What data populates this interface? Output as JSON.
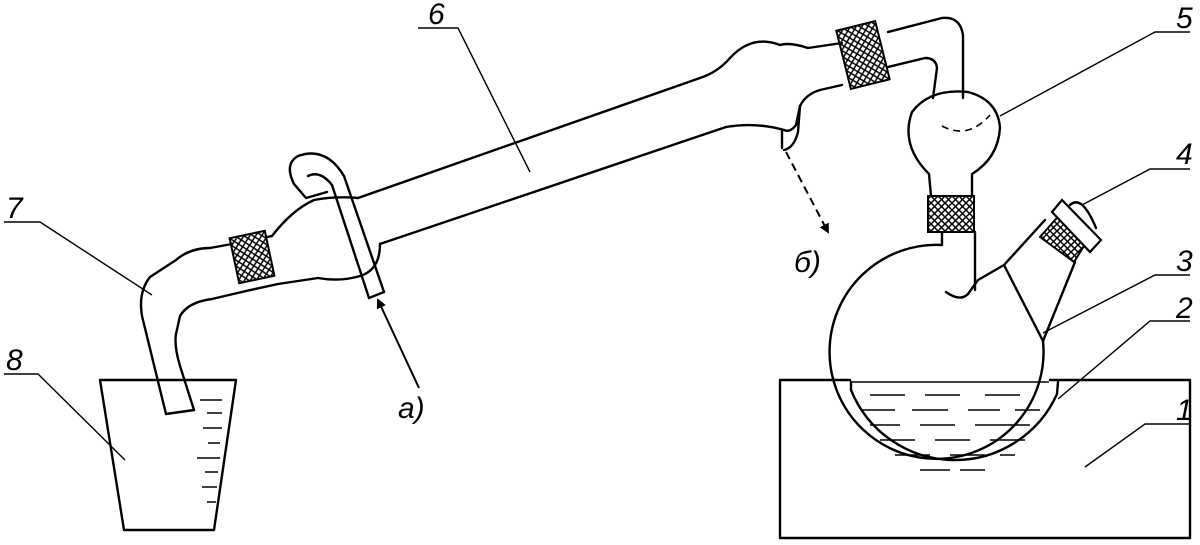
{
  "labels": {
    "l1": "1",
    "l2": "2",
    "l3": "3",
    "l4": "4",
    "l5": "5",
    "l6": "6",
    "l7": "7",
    "l8": "8",
    "a": "а)",
    "b": "б)"
  },
  "colors": {
    "ink": "#000000",
    "background": "#ffffff"
  }
}
